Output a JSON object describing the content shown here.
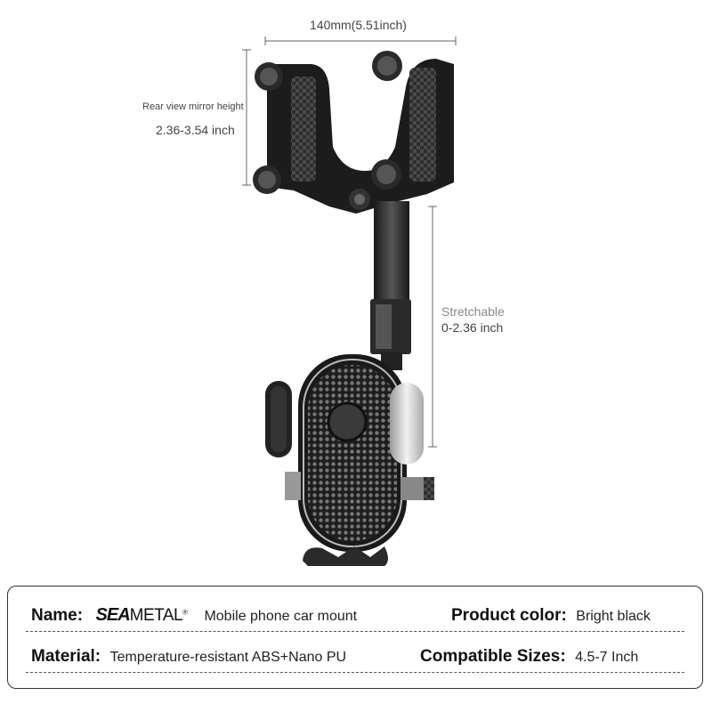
{
  "dimensions": {
    "width": "140mm(5.51inch)",
    "mirror_height_label": "Rear view mirror height",
    "mirror_height_value": "2.36-3.54 inch",
    "stretch_label": "Stretchable",
    "stretch_value": "0-2.36 inch"
  },
  "specs": {
    "name_key": "Name:",
    "brand_part1": "SEA",
    "brand_part2": "METAL",
    "brand_reg": "®",
    "name_value": "Mobile phone car mount",
    "color_key": "Product color:",
    "color_value": "Bright black",
    "material_key": "Material:",
    "material_value": "Temperature-resistant ABS+Nano PU",
    "sizes_key": "Compatible Sizes:",
    "sizes_value": "4.5-7 Inch"
  }
}
